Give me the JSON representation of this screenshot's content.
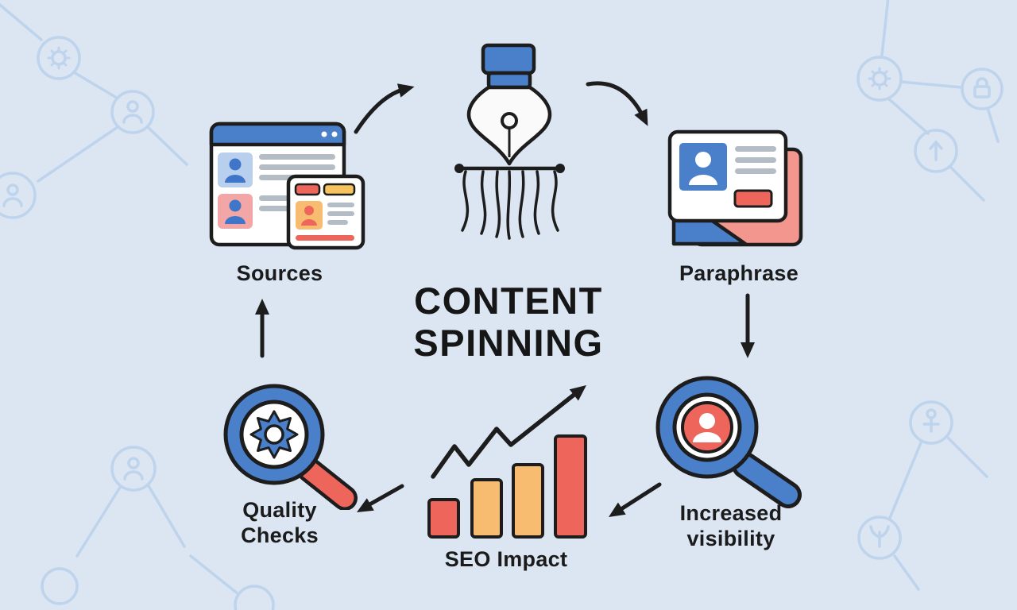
{
  "title": {
    "line1": "CONTENT",
    "line2": "SPINNING"
  },
  "nodes": {
    "sources": {
      "label": "Sources",
      "icon": "browser-profiles-icon"
    },
    "paraphrase": {
      "label": "Paraphrase",
      "icon": "document-cards-icon"
    },
    "increased_visibility": {
      "line1": "Increased",
      "line2": "visibility",
      "icon": "magnifier-person-icon"
    },
    "seo_impact": {
      "label": "SEO Impact",
      "icon": "bar-chart-rising-arrow-icon"
    },
    "quality_checks": {
      "line1": "Quality",
      "line2": "Checks",
      "icon": "magnifier-star-icon"
    }
  },
  "center_icon": "fountain-pen-spinner-icon",
  "colors": {
    "background": "#dce6f3",
    "outline": "#1d1d1d",
    "blue": "#4a7fc9",
    "light_blue": "#b8cfee",
    "red": "#ee655c",
    "pink": "#f2968e",
    "orange": "#f7bc70",
    "yellow": "#f6c35e",
    "gray_line": "#b4bcc6",
    "decor_stroke": "#bed3ec"
  }
}
